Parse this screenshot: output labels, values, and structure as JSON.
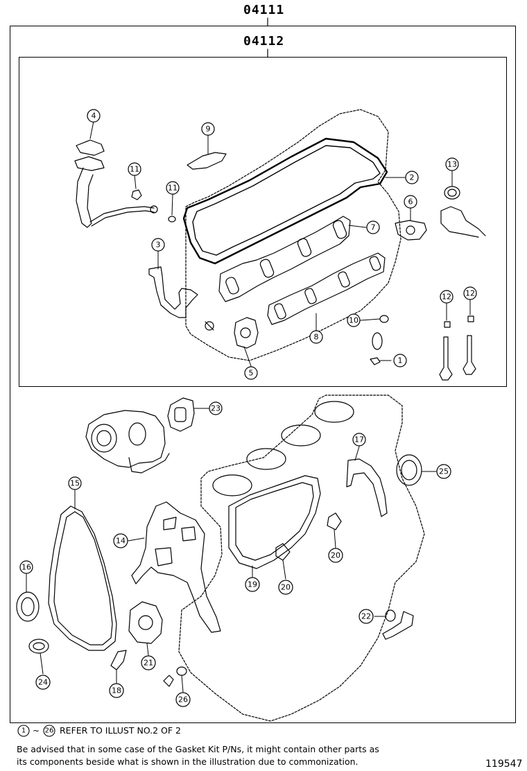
{
  "header": {
    "kit_code": "04111",
    "subkit_code": "04112"
  },
  "callouts": {
    "c1": "1",
    "c2": "2",
    "c3": "3",
    "c4": "4",
    "c5": "5",
    "c6": "6",
    "c7": "7",
    "c8": "8",
    "c9": "9",
    "c10": "10",
    "c11a": "11",
    "c11b": "11",
    "c12a": "12",
    "c12b": "12",
    "c13": "13",
    "c14": "14",
    "c15": "15",
    "c16": "16",
    "c17": "17",
    "c18": "18",
    "c19": "19",
    "c20a": "20",
    "c20b": "20",
    "c21": "21",
    "c22": "22",
    "c23": "23",
    "c24": "24",
    "c25": "25",
    "c26": "26"
  },
  "footer": {
    "range_start": "1",
    "range_end": "26",
    "refer_text": "REFER TO ILLUST NO.2 OF 2",
    "advisory_line1": "Be advised that in some case of the Gasket Kit P/Ns,  it might contain other parts as",
    "advisory_line2": "its components beside what is shown in the illustration due to commonization.",
    "figure_number": "119547"
  }
}
